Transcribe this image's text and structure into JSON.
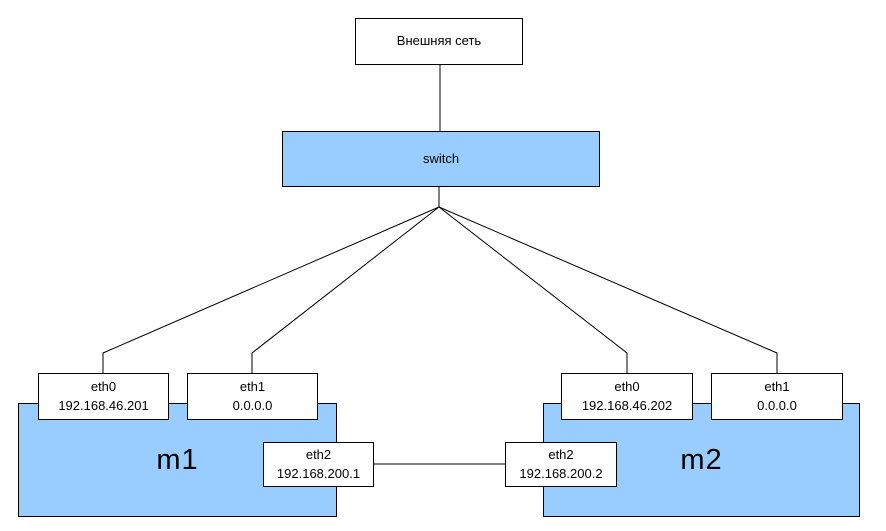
{
  "diagram": {
    "external_network": {
      "label": "Внешняя сеть"
    },
    "switch": {
      "label": "switch"
    },
    "machines": [
      {
        "name": "m1",
        "interfaces": [
          {
            "name": "eth0",
            "ip": "192.168.46.201"
          },
          {
            "name": "eth1",
            "ip": "0.0.0.0"
          },
          {
            "name": "eth2",
            "ip": "192.168.200.1"
          }
        ]
      },
      {
        "name": "m2",
        "interfaces": [
          {
            "name": "eth0",
            "ip": "192.168.46.202"
          },
          {
            "name": "eth1",
            "ip": "0.0.0.0"
          },
          {
            "name": "eth2",
            "ip": "192.168.200.2"
          }
        ]
      }
    ],
    "colors": {
      "node_fill": "#99ccff",
      "box_fill": "#ffffff",
      "line_color": "#000000"
    }
  }
}
